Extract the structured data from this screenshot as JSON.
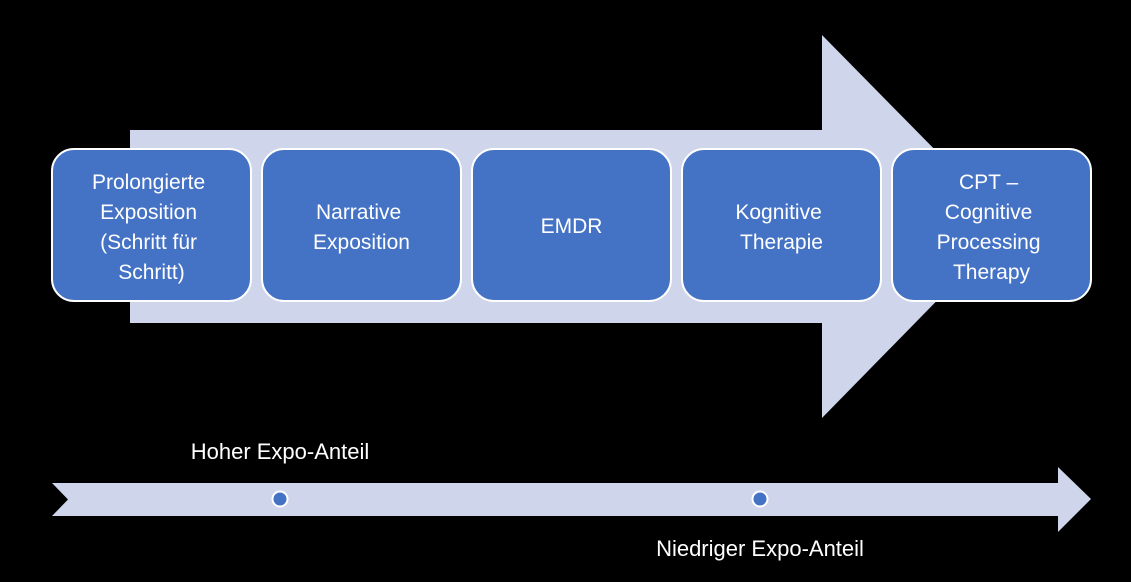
{
  "colors": {
    "background": "#000000",
    "arrow_fill": "#cfd5ea",
    "box_fill": "#4472c4",
    "box_stroke": "#ffffff",
    "text": "#ffffff",
    "marker_fill": "#4472c4",
    "marker_stroke": "#ffffff"
  },
  "process": {
    "steps": [
      {
        "lines": [
          "Prolongierte",
          "Exposition",
          "(Schritt für",
          "Schritt)"
        ]
      },
      {
        "lines": [
          "Narrative",
          "Exposition"
        ]
      },
      {
        "lines": [
          "EMDR"
        ]
      },
      {
        "lines": [
          "Kognitive",
          "Therapie"
        ]
      },
      {
        "lines": [
          "CPT –",
          "Cognitive",
          "Processing",
          "Therapy"
        ]
      }
    ]
  },
  "scale": {
    "high_label": "Hoher Expo-Anteil",
    "low_label": "Niedriger Expo-Anteil"
  }
}
